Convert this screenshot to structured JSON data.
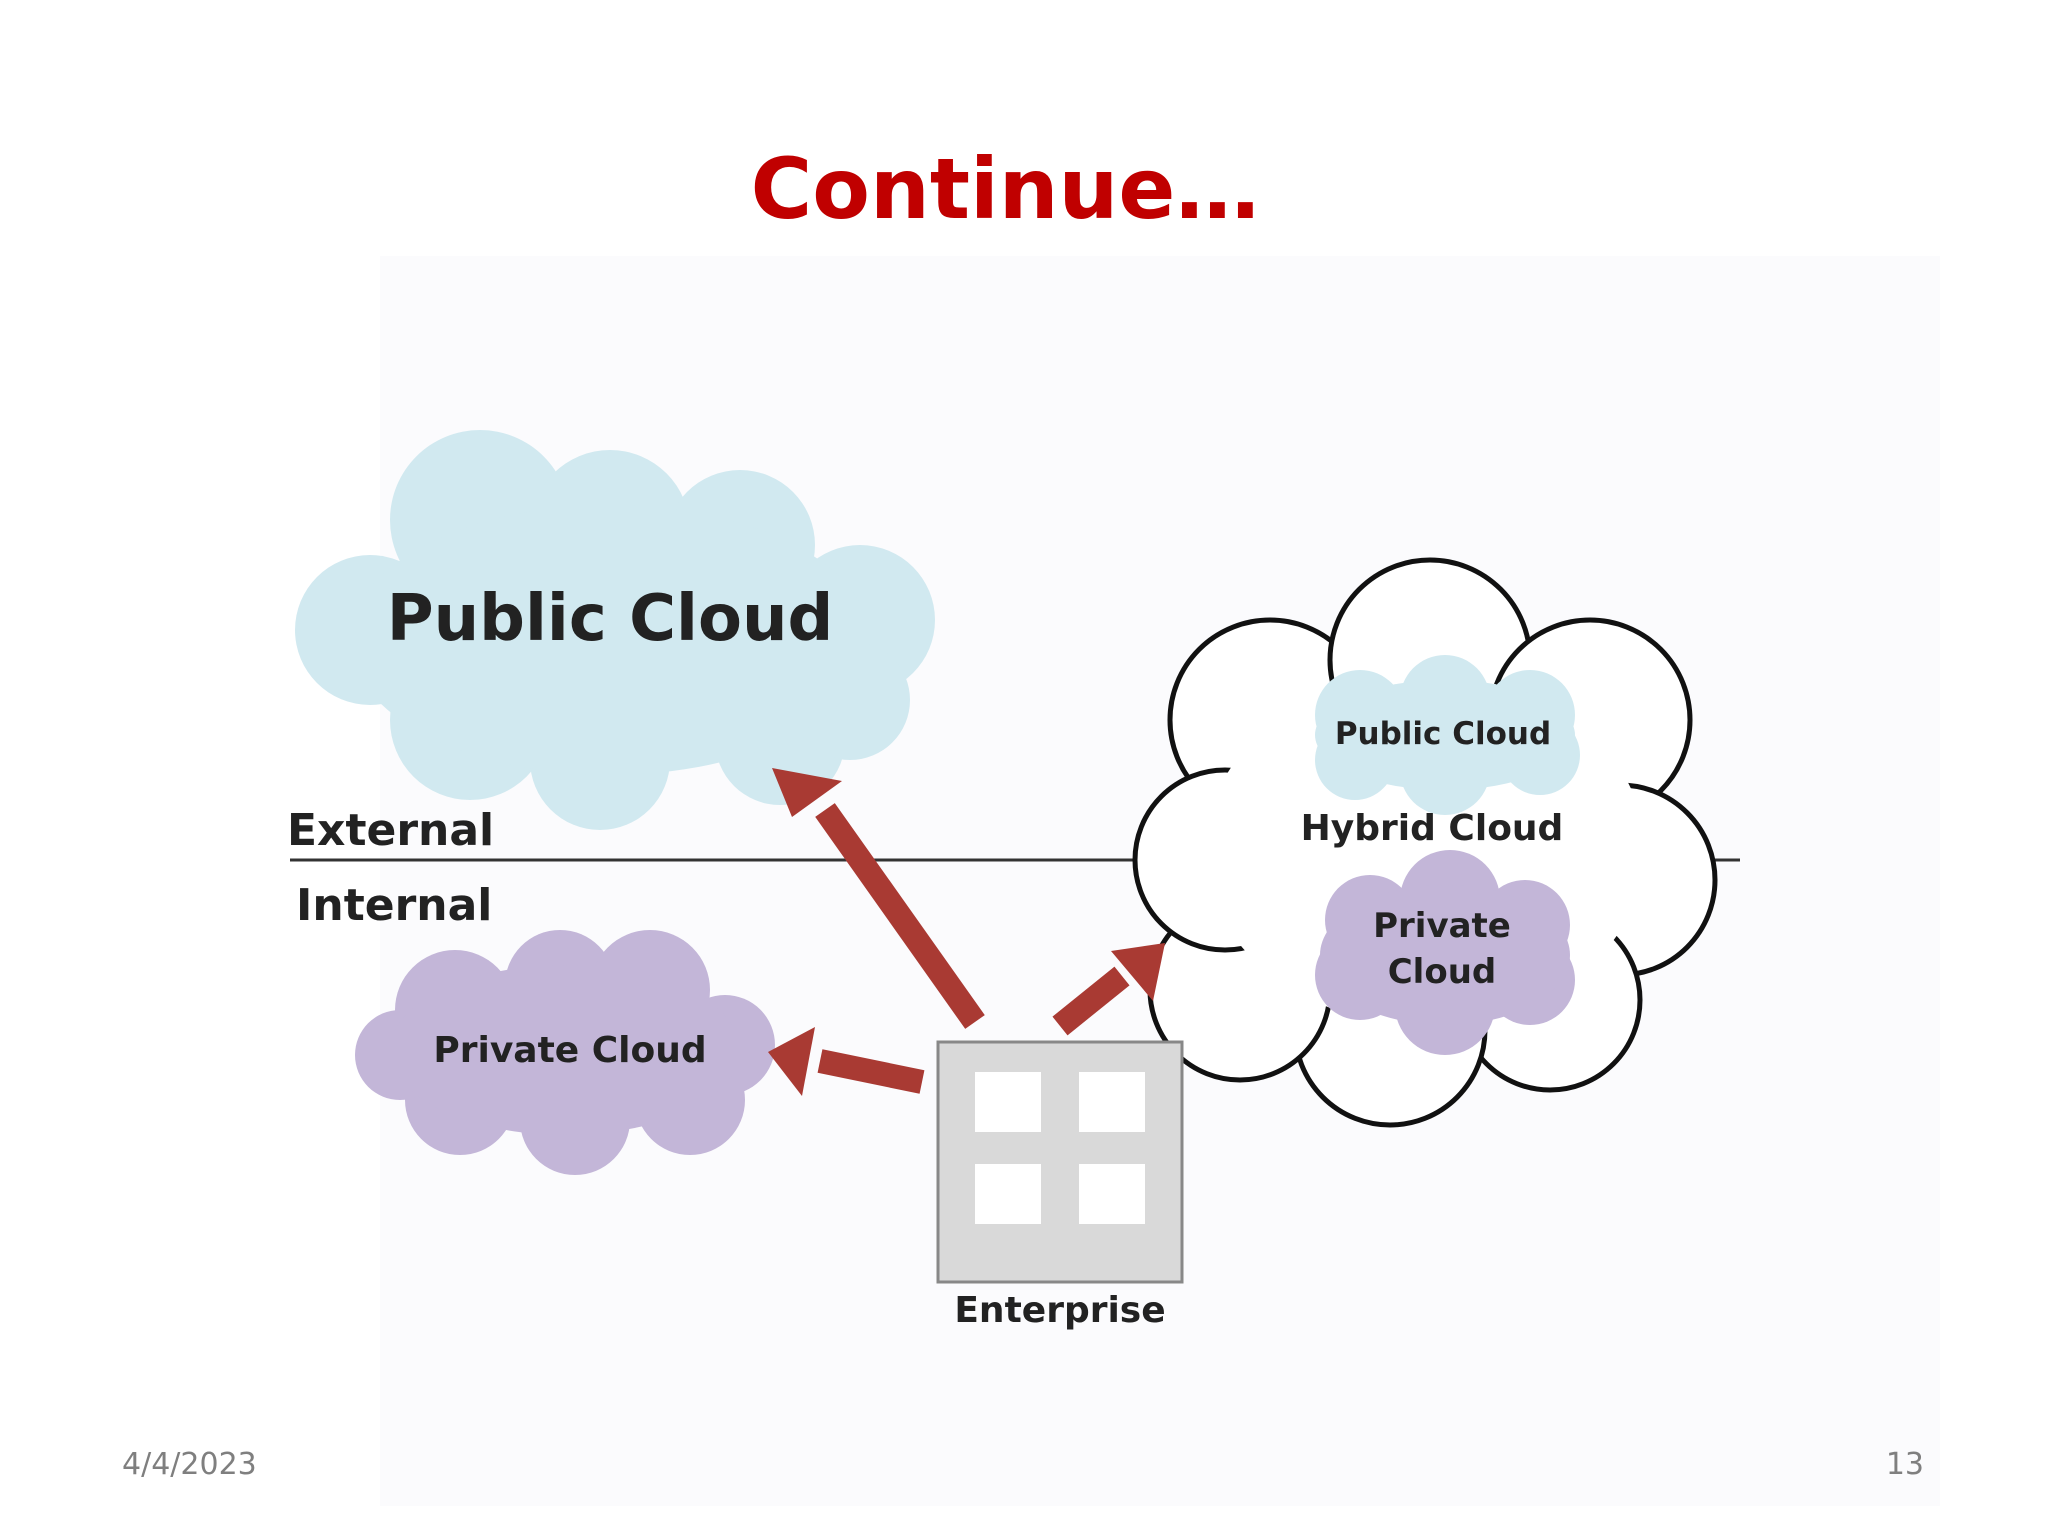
{
  "slide": {
    "title": "Continue…",
    "date": "4/4/2023",
    "page_number": "13"
  },
  "diagram": {
    "public_cloud_label": "Public Cloud",
    "external_label": "External",
    "internal_label": "Internal",
    "private_cloud_label": "Private Cloud",
    "enterprise_label": "Enterprise",
    "hybrid": {
      "label": "Hybrid Cloud",
      "public_label": "Public Cloud",
      "private_line1": "Private",
      "private_line2": "Cloud"
    },
    "colors": {
      "title": "#c00000",
      "public_cloud_fill": "#d1e9f0",
      "private_cloud_fill": "#c3b6d8",
      "arrow": "#a93a33",
      "building_fill": "#d9d9d9",
      "divider": "#333333"
    }
  }
}
